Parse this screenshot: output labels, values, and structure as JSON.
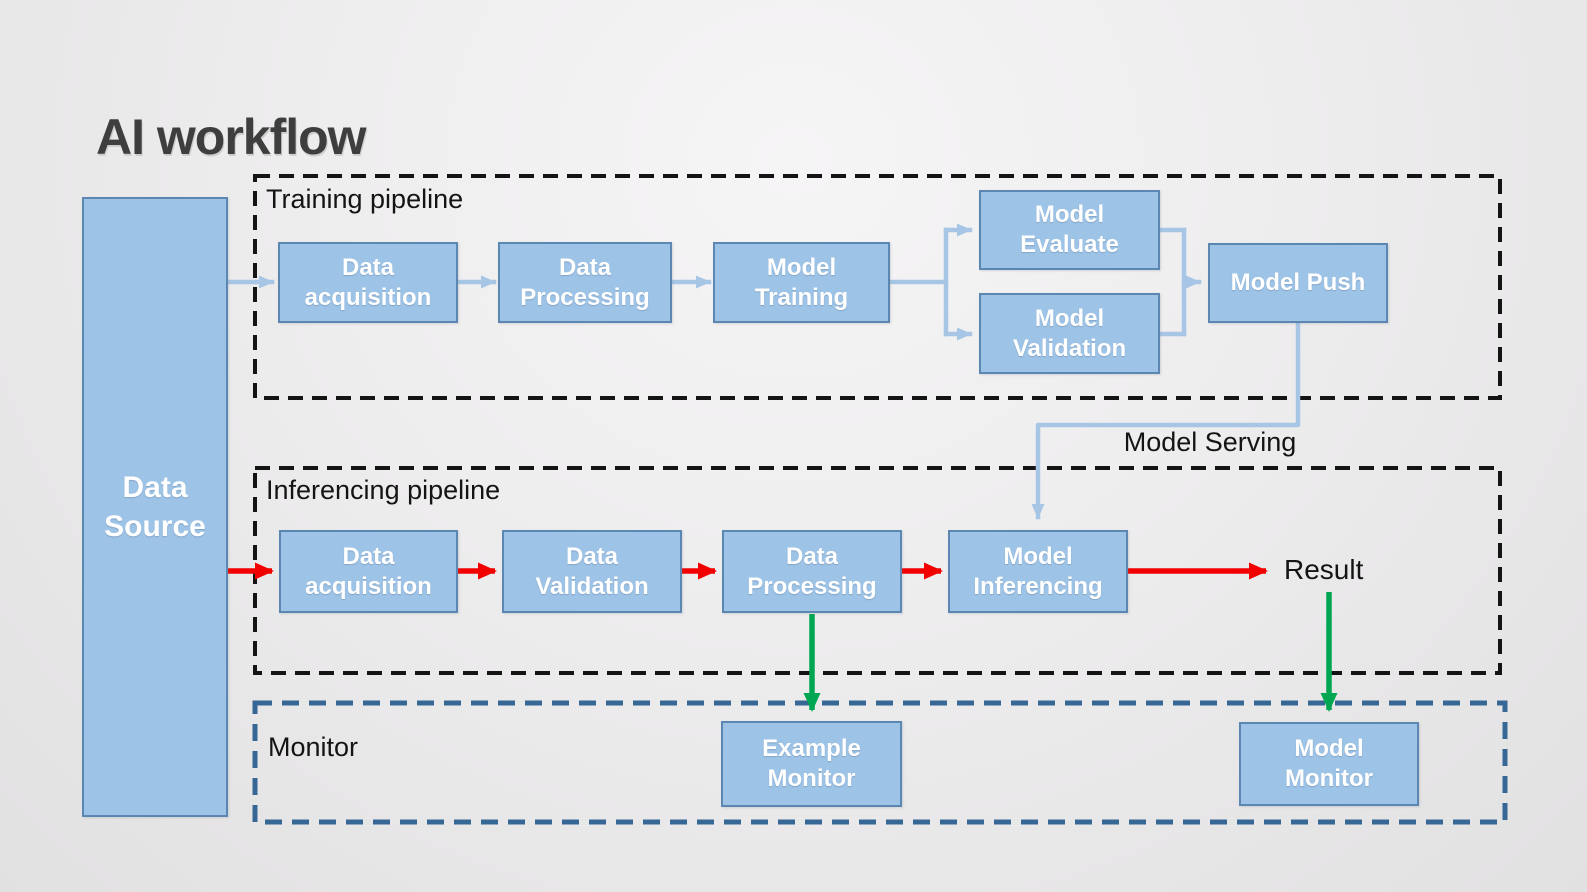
{
  "slide": {
    "title": "AI workflow"
  },
  "data_source": {
    "label": "Data Source"
  },
  "training_pipeline": {
    "label": "Training pipeline",
    "nodes": {
      "data_acquisition": "Data acquisition",
      "data_processing": "Data Processing",
      "model_training": "Model Training",
      "model_evaluate": "Model Evaluate",
      "model_validation": "Model Validation",
      "model_push": "Model Push"
    }
  },
  "inferencing_pipeline": {
    "label": "Inferencing pipeline",
    "nodes": {
      "data_acquisition": "Data acquisition",
      "data_validation": "Data Validation",
      "data_processing": "Data Processing",
      "model_inferencing": "Model Inferencing"
    }
  },
  "monitor": {
    "label": "Monitor",
    "nodes": {
      "example_monitor": "Example Monitor",
      "model_monitor": "Model Monitor"
    }
  },
  "edge_labels": {
    "model_serving": "Model Serving",
    "result": "Result"
  },
  "colors": {
    "node_fill": "#9DC3E6",
    "node_border": "#5D87B3",
    "flow_blue": "#A7C6E6",
    "flow_red": "#F20000",
    "flow_green": "#00A651",
    "pipeline_dash": "#141414",
    "monitor_dash": "#366795",
    "title_text": "#3E3E3E"
  }
}
